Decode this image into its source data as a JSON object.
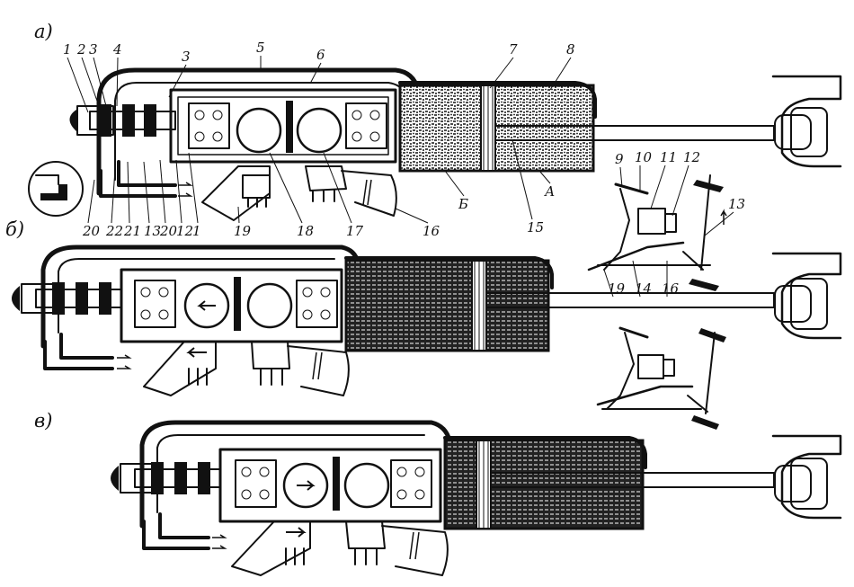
{
  "figure": {
    "panels": [
      {
        "id": "a",
        "label": "а)",
        "callouts_top": [
          "1",
          "2",
          "3",
          "4",
          "3",
          "5",
          "6",
          "7",
          "8"
        ],
        "callouts_bottom": [
          "20",
          "22",
          "21",
          "13",
          "20",
          "12",
          "1",
          "19",
          "18",
          "17",
          "16",
          "Б",
          "15",
          "А"
        ]
      },
      {
        "id": "b",
        "label": "б)",
        "callouts": []
      },
      {
        "id": "v",
        "label": "в)",
        "callouts": []
      }
    ],
    "inset_top": {
      "callouts": [
        "9",
        "10",
        "11",
        "12",
        "13",
        "19",
        "14",
        "16"
      ]
    }
  },
  "colors": {
    "ink": "#111111",
    "paper": "#ffffff"
  }
}
